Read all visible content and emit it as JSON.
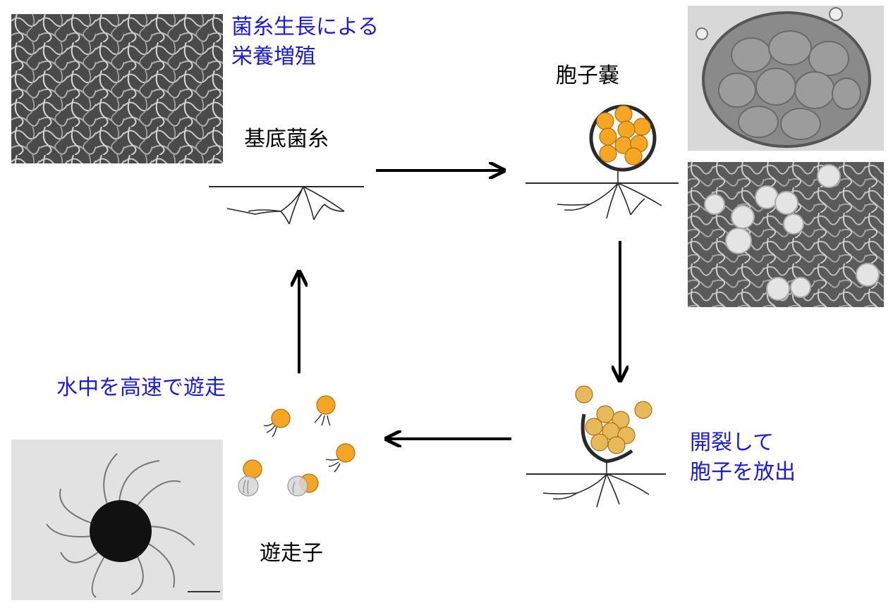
{
  "labels": {
    "basal_hyphae": "基底菌糸",
    "sporangium": "胞子嚢",
    "zoospore": "遊走子"
  },
  "notes": {
    "vegetative_line1": "菌糸生長による",
    "vegetative_line2": "栄養増殖",
    "swimming": "水中を高速で遊走",
    "release_line1": "開裂して",
    "release_line2": "胞子を放出"
  },
  "colors": {
    "note_text": "#1a1ae6",
    "spore_fill": "#f5a623",
    "spore_fill_pale": "#e8b95a",
    "arrow": "#000000"
  },
  "icons": {
    "photo_hyphae": "sem-hyphae-photo",
    "photo_sporangium_tem": "tem-sporangium-photo",
    "photo_sporangia_sem": "sem-sporangia-photo",
    "photo_zoospore": "tem-zoospore-photo"
  }
}
